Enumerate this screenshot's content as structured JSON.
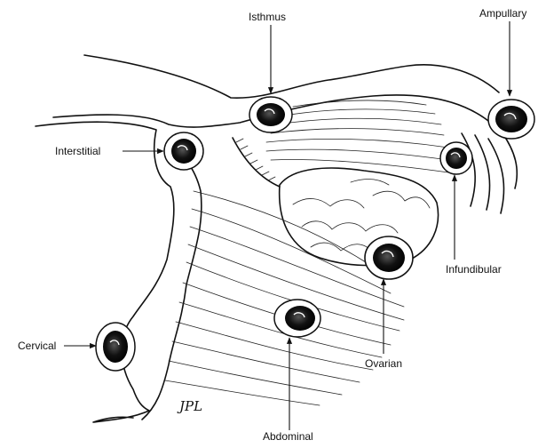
{
  "labels": {
    "isthmus": "Isthmus",
    "ampullary": "Ampullary",
    "interstitial": "Interstitial",
    "infundibular": "Infundibular",
    "cervical": "Cervical",
    "ovarian": "Ovarian",
    "abdominal": "Abdominal"
  },
  "signature": "JPL",
  "colors": {
    "ink": "#111111",
    "background": "#ffffff"
  }
}
